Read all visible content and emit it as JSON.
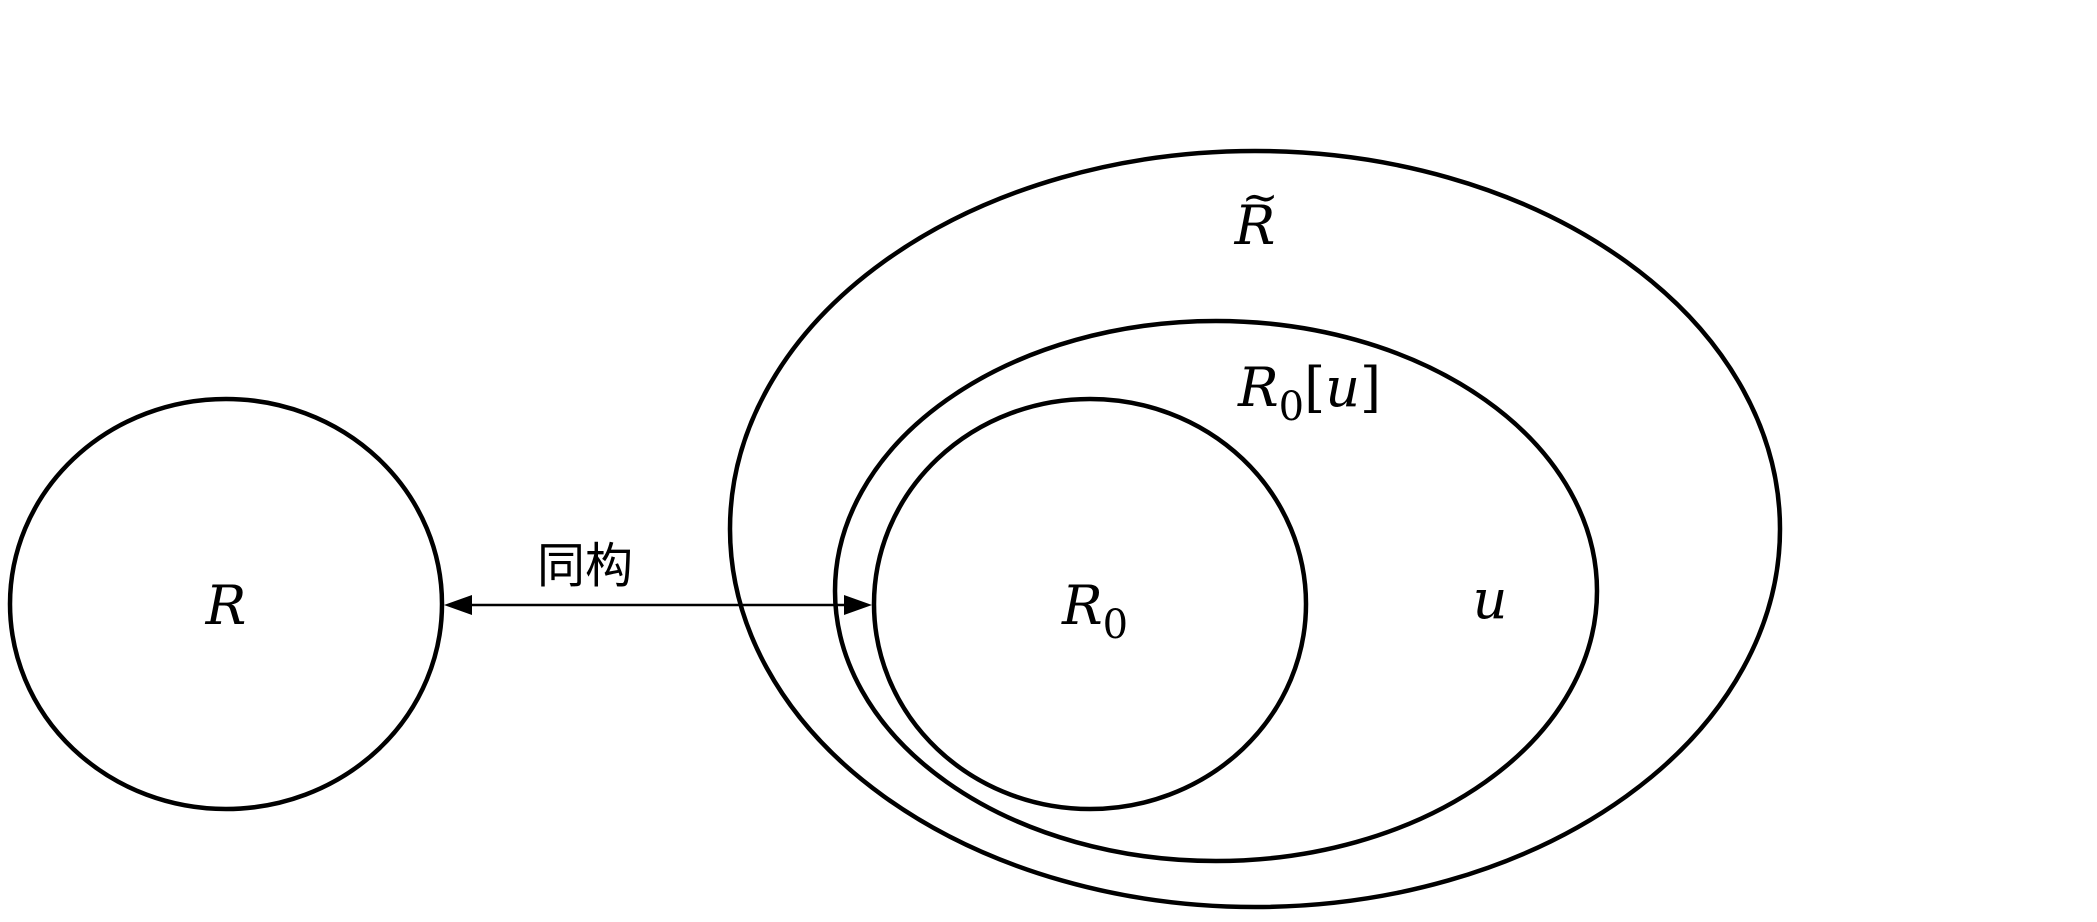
{
  "sets": {
    "r": {
      "symbol": "R"
    },
    "r_tilde": {
      "base": "R",
      "accent": "~"
    },
    "r0_u": {
      "base": "R",
      "subscript": "0",
      "open_bracket": "[",
      "var": "u",
      "close_bracket": "]"
    },
    "r0": {
      "base": "R",
      "subscript": "0"
    },
    "u": {
      "symbol": "u"
    }
  },
  "relation": {
    "label": "同构",
    "direction": "bidirectional"
  },
  "colors": {
    "stroke": "#000000",
    "background": "#ffffff"
  }
}
